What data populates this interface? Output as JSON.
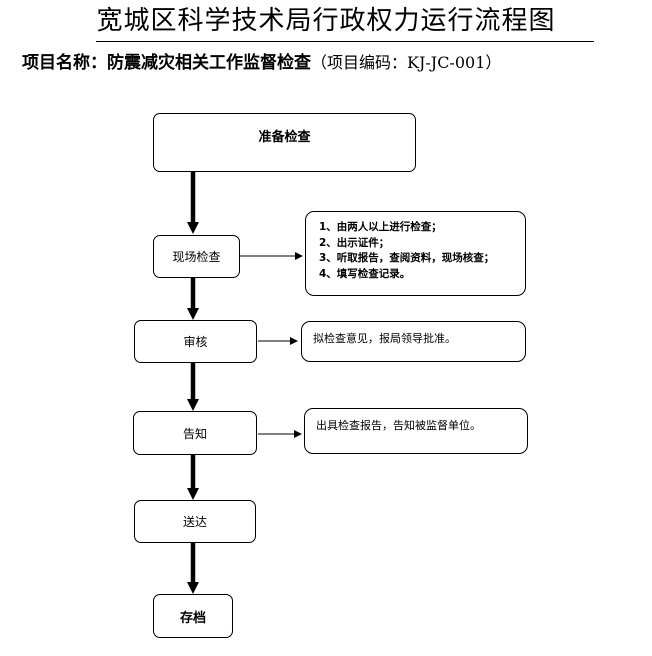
{
  "header": {
    "title": "宽城区科学技术局行政权力运行流程图",
    "subtitle": "项目名称：防震减灾相关工作监督检查",
    "project_code": "（项目编码：KJ-JC-001）"
  },
  "flow": {
    "steps": {
      "prepare": "准备检查",
      "onsite": "现场检查",
      "review": "审核",
      "notify": "告知",
      "deliver": "送达",
      "archive": "存档"
    },
    "notes": {
      "onsite_items": [
        "1、由两人以上进行检查；",
        "2、出示证件；",
        "3、听取报告，查阅资料，现场核查；",
        "4、填写检查记录。"
      ],
      "review": "拟检查意见，报局领导批准。",
      "notify": "出具检查报告，告知被监督单位。"
    }
  }
}
